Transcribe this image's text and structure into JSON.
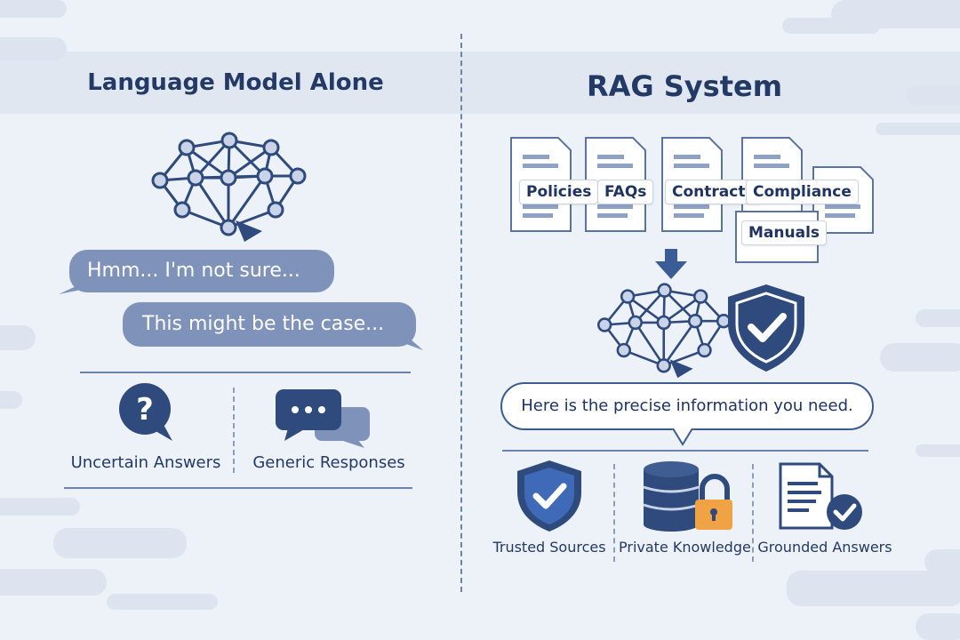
{
  "left": {
    "title": "Language Model Alone",
    "bubble1": "Hmm... I'm not sure...",
    "bubble2": "This might be the case...",
    "features": [
      {
        "label": "Uncertain Answers",
        "icon": "question-bubble-icon"
      },
      {
        "label": "Generic Responses",
        "icon": "chat-ellipsis-icon"
      }
    ]
  },
  "right": {
    "title": "RAG System",
    "documents": [
      "Policies",
      "FAQs",
      "Contracts",
      "Compliance",
      "Manuals"
    ],
    "answer": "Here is the precise information you need.",
    "features": [
      {
        "label": "Trusted Sources",
        "icon": "shield-check-icon"
      },
      {
        "label": "Private Knowledge",
        "icon": "database-lock-icon"
      },
      {
        "label": "Grounded Answers",
        "icon": "document-check-icon"
      }
    ]
  },
  "colors": {
    "navy": "#233a66",
    "bubble_gray_blue": "#7f93ba",
    "accent_orange": "#f0a245",
    "shield_blue": "#3b5d96"
  }
}
